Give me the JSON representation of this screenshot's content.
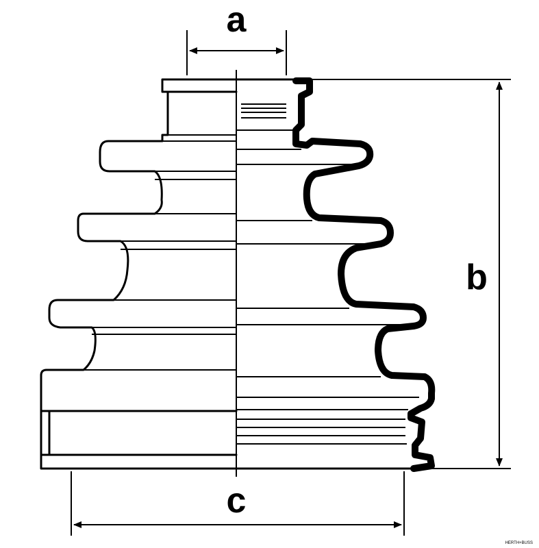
{
  "dimensions": {
    "a": "a",
    "b": "b",
    "c": "c"
  },
  "brand_mark": "HERTH+BUSS"
}
